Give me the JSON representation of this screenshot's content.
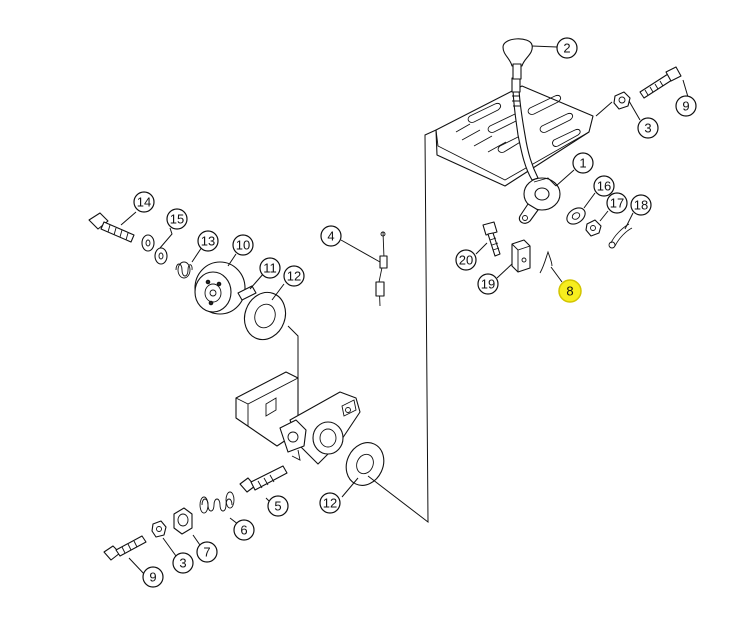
{
  "highlight_color": "#f7ee1e",
  "callouts": {
    "c1": "1",
    "c2": "2",
    "c3a": "3",
    "c3b": "3",
    "c4": "4",
    "c5": "5",
    "c6": "6",
    "c7": "7",
    "c8": "8",
    "c9a": "9",
    "c9b": "9",
    "c10": "10",
    "c11": "11",
    "c12a": "12",
    "c12b": "12",
    "c13": "13",
    "c14": "14",
    "c15": "15",
    "c16": "16",
    "c17": "17",
    "c18": "18",
    "c19": "19",
    "c20": "20"
  },
  "highlighted_callout": "8"
}
